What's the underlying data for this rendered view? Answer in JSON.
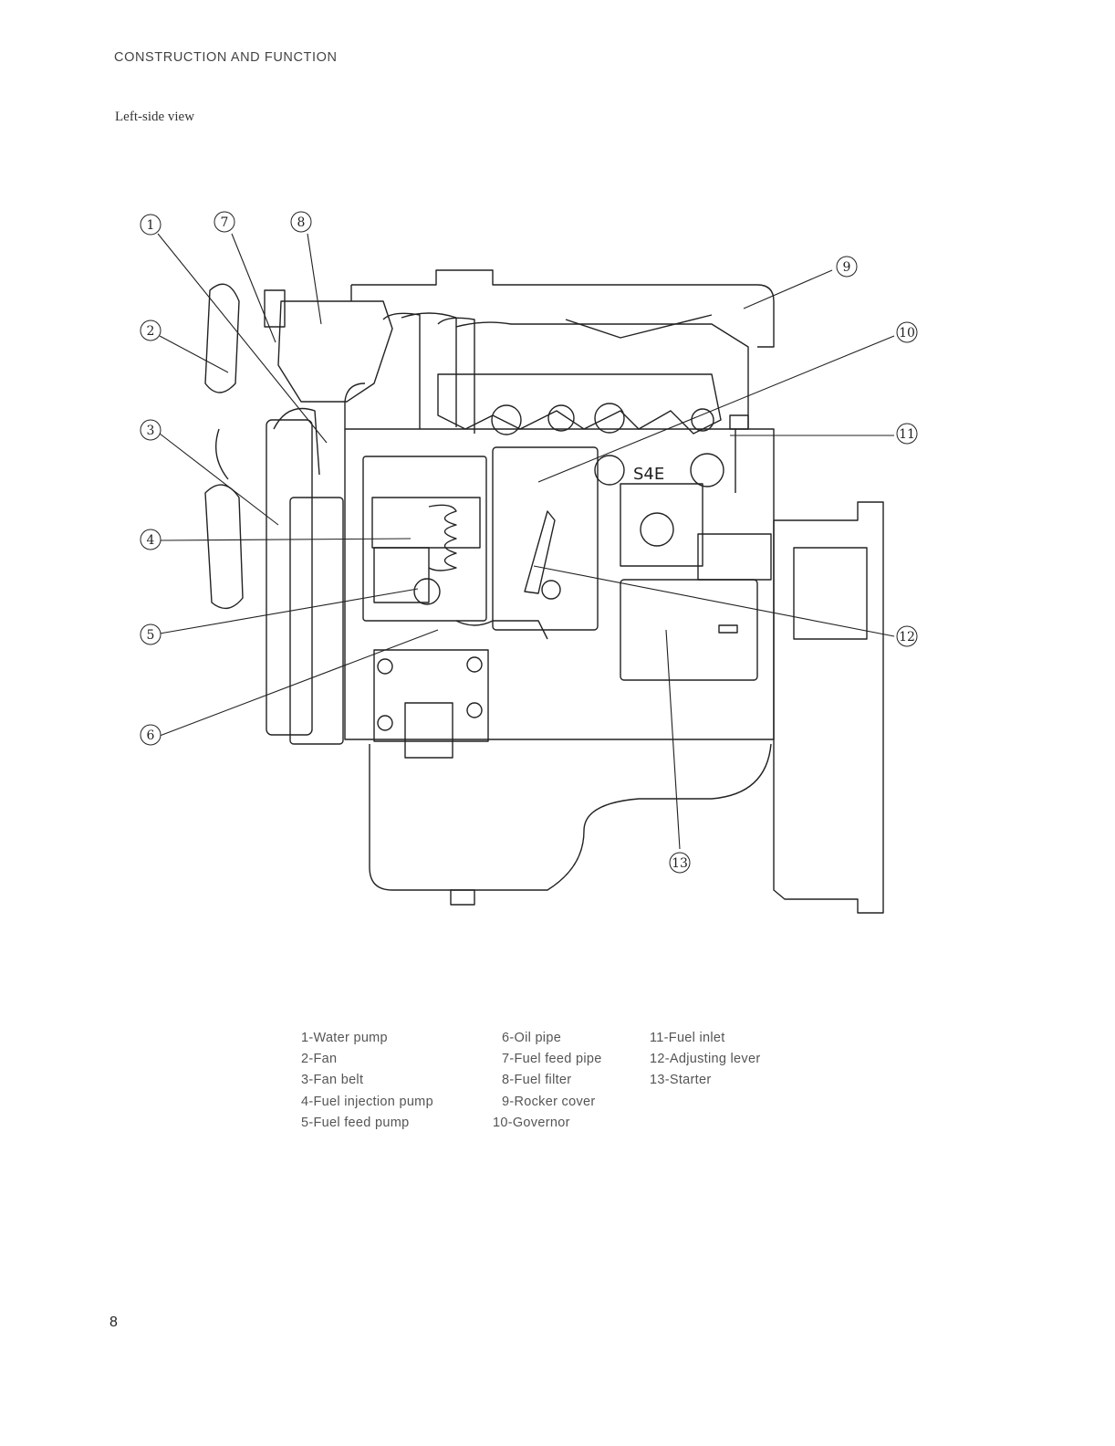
{
  "page": {
    "header": "CONSTRUCTION AND FUNCTION",
    "subtitle": "Left-side view",
    "page_number": "8"
  },
  "callouts": [
    "1",
    "7",
    "8",
    "2",
    "9",
    "10",
    "3",
    "11",
    "4",
    "5",
    "12",
    "6",
    "13"
  ],
  "engine_plate": "S4E",
  "legend": {
    "col1": [
      "1-Water pump",
      "2-Fan",
      "3-Fan belt",
      "4-Fuel injection pump",
      "5-Fuel feed pump"
    ],
    "col2": [
      "6-Oil pipe",
      "7-Fuel feed pipe",
      "8-Fuel filter",
      "9-Rocker cover",
      "10-Governor"
    ],
    "col3": [
      "11-Fuel inlet",
      "12-Adjusting lever",
      "13-Starter"
    ]
  }
}
